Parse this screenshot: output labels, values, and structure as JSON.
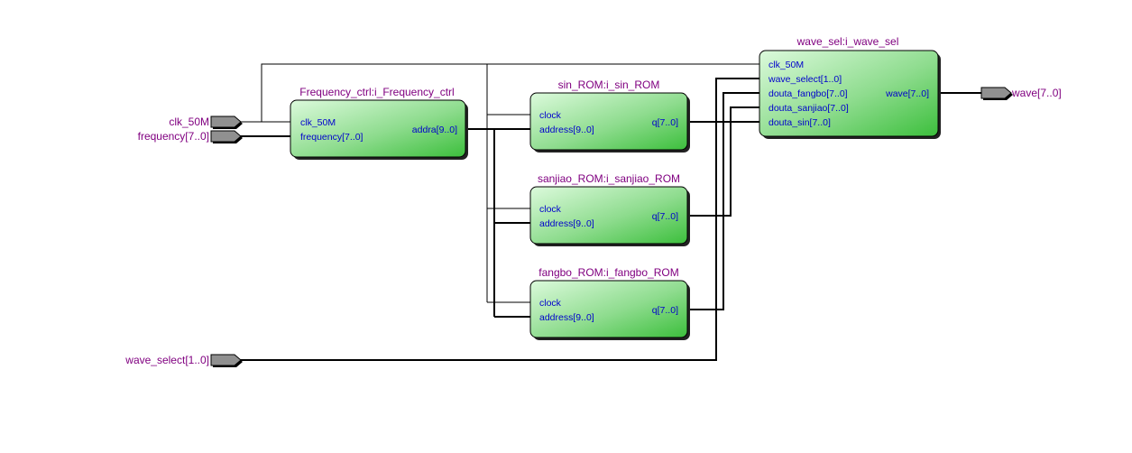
{
  "diagram": {
    "type": "RTL schematic",
    "colors": {
      "block_fill_start": "#d8f8d8",
      "block_fill_end": "#40c040",
      "instance_label": "#800080",
      "port_label": "#0000cc",
      "pin_fill": "#909090"
    },
    "inputs": [
      {
        "id": "clk",
        "label": "clk_50M"
      },
      {
        "id": "freq",
        "label": "frequency[7..0]"
      },
      {
        "id": "wsel",
        "label": "wave_select[1..0]"
      }
    ],
    "outputs": [
      {
        "id": "wave",
        "label": "wave[7..0]"
      }
    ],
    "blocks": [
      {
        "id": "freq_ctrl",
        "title": "Frequency_ctrl:i_Frequency_ctrl",
        "in_ports": [
          "clk_50M",
          "frequency[7..0]"
        ],
        "out_ports": [
          "addra[9..0]"
        ]
      },
      {
        "id": "sin_rom",
        "title": "sin_ROM:i_sin_ROM",
        "in_ports": [
          "clock",
          "address[9..0]"
        ],
        "out_ports": [
          "q[7..0]"
        ]
      },
      {
        "id": "sanjiao_rom",
        "title": "sanjiao_ROM:i_sanjiao_ROM",
        "in_ports": [
          "clock",
          "address[9..0]"
        ],
        "out_ports": [
          "q[7..0]"
        ]
      },
      {
        "id": "fangbo_rom",
        "title": "fangbo_ROM:i_fangbo_ROM",
        "in_ports": [
          "clock",
          "address[9..0]"
        ],
        "out_ports": [
          "q[7..0]"
        ]
      },
      {
        "id": "wave_sel",
        "title": "wave_sel:i_wave_sel",
        "in_ports": [
          "clk_50M",
          "wave_select[1..0]",
          "douta_fangbo[7..0]",
          "douta_sanjiao[7..0]",
          "douta_sin[7..0]"
        ],
        "out_ports": [
          "wave[7..0]"
        ]
      }
    ],
    "connections": [
      {
        "from": "clk_50M",
        "to": [
          "Frequency_ctrl.clk_50M",
          "sin_ROM.clock",
          "sanjiao_ROM.clock",
          "fangbo_ROM.clock",
          "wave_sel.clk_50M"
        ]
      },
      {
        "from": "frequency[7..0]",
        "to": [
          "Frequency_ctrl.frequency[7..0]"
        ]
      },
      {
        "from": "Frequency_ctrl.addra[9..0]",
        "to": [
          "sin_ROM.address[9..0]",
          "sanjiao_ROM.address[9..0]",
          "fangbo_ROM.address[9..0]"
        ]
      },
      {
        "from": "sin_ROM.q[7..0]",
        "to": [
          "wave_sel.douta_sin[7..0]"
        ]
      },
      {
        "from": "sanjiao_ROM.q[7..0]",
        "to": [
          "wave_sel.douta_sanjiao[7..0]"
        ]
      },
      {
        "from": "fangbo_ROM.q[7..0]",
        "to": [
          "wave_sel.douta_fangbo[7..0]"
        ]
      },
      {
        "from": "wave_select[1..0]",
        "to": [
          "wave_sel.wave_select[1..0]"
        ]
      },
      {
        "from": "wave_sel.wave[7..0]",
        "to": [
          "wave[7..0]"
        ]
      }
    ]
  }
}
